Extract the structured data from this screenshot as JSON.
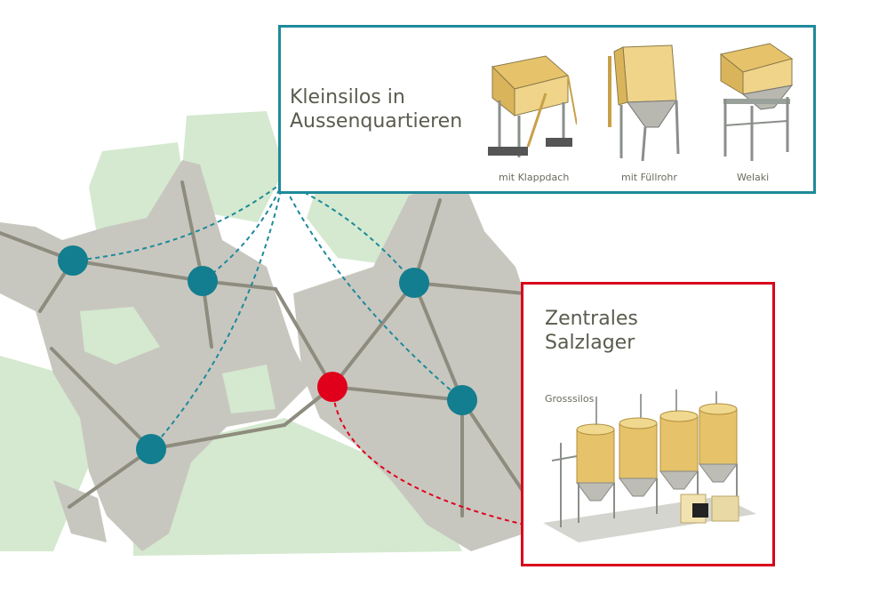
{
  "small_silos": {
    "title_line1": "Kleinsilos in",
    "title_line2": "Aussenquartieren",
    "items": [
      {
        "caption": "mit Klappdach"
      },
      {
        "caption": "mit Füllrohr"
      },
      {
        "caption": "Welaki"
      }
    ]
  },
  "central_store": {
    "title_line1": "Zentrales",
    "title_line2": "Salzlager",
    "caption": "Grosssilos"
  },
  "colors": {
    "water": "#d3e8cf",
    "land": "#c9c8c1",
    "road": "#8e8c7e",
    "teal": "#127e8f",
    "red": "#e0001b",
    "silo": "#e6c36a"
  }
}
